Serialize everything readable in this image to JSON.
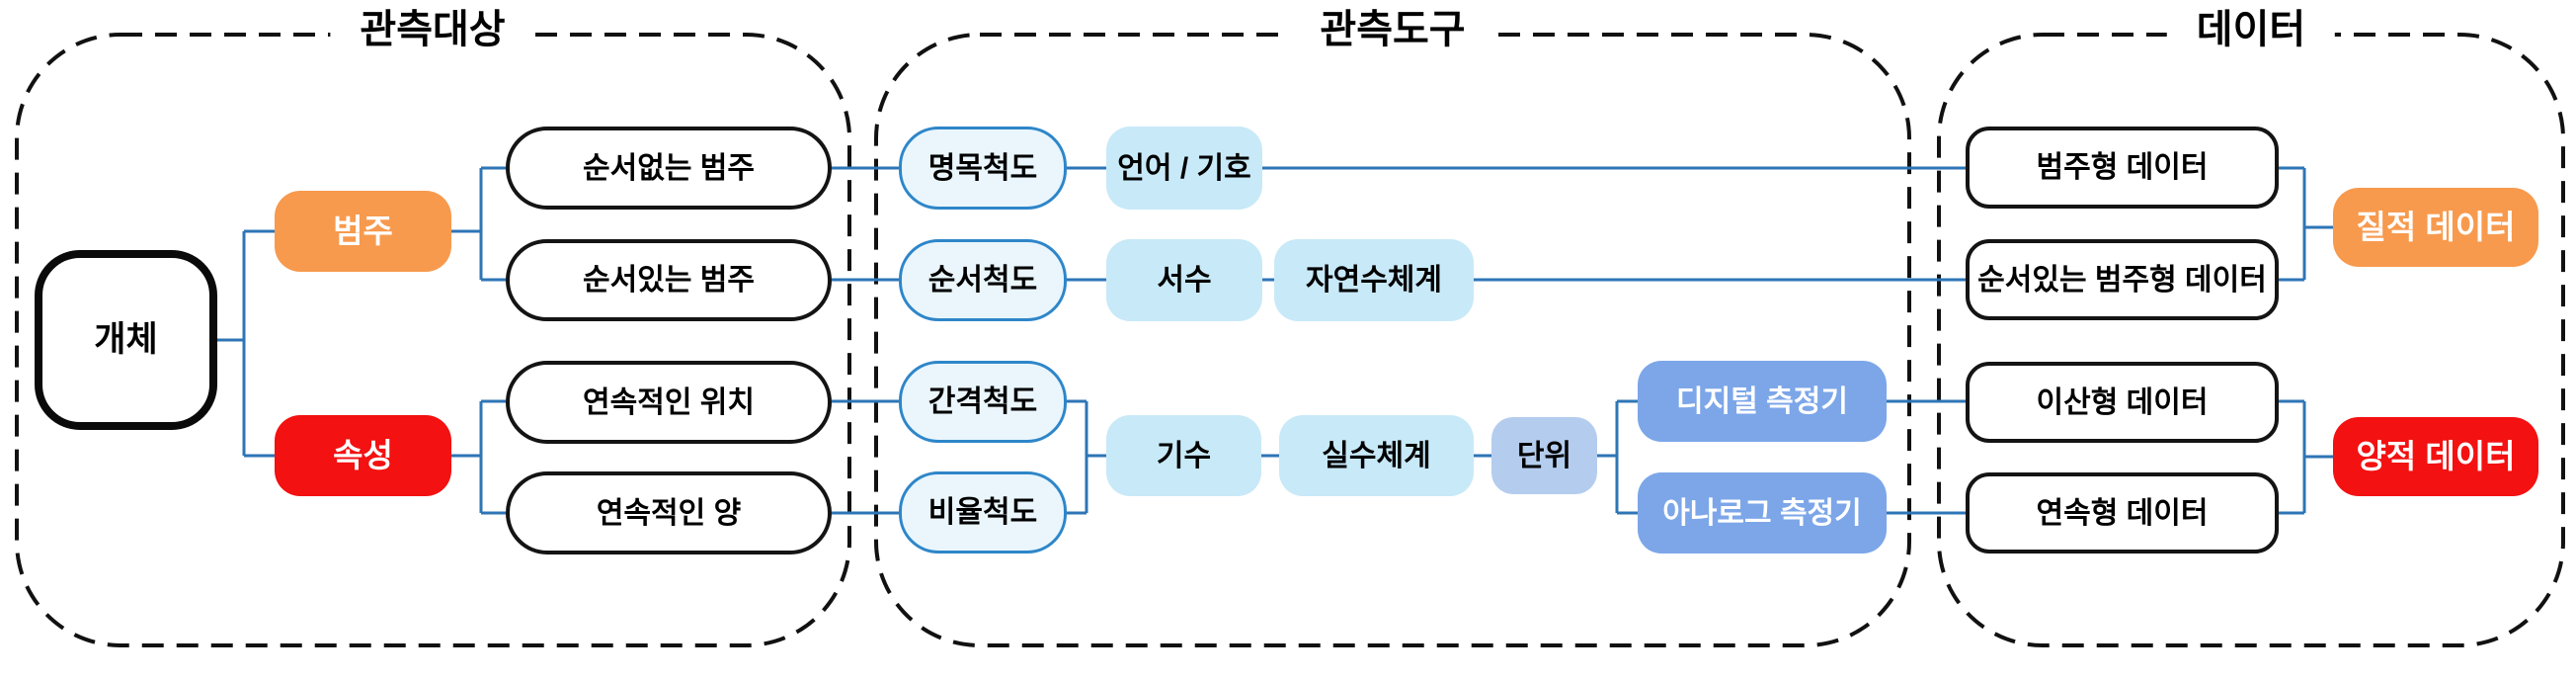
{
  "diagram": {
    "sections": [
      {
        "title": "관측대상"
      },
      {
        "title": "관측도구"
      },
      {
        "title": "데이터"
      }
    ],
    "nodes": {
      "entity": "개체",
      "category": "범주",
      "attribute": "속성",
      "unordered_category": "순서없는 범주",
      "ordered_category": "순서있는 범주",
      "continuous_position": "연속적인 위치",
      "continuous_quantity": "연속적인 양",
      "nominal_scale": "명목척도",
      "ordinal_scale": "순서척도",
      "interval_scale": "간격척도",
      "ratio_scale": "비율척도",
      "language_symbol": "언어 / 기호",
      "ordinal_number": "서수",
      "natural_number_system": "자연수체계",
      "cardinal_number": "기수",
      "real_number_system": "실수체계",
      "unit": "단위",
      "digital_measurer": "디지털 측정기",
      "analog_measurer": "아나로그 측정기",
      "categorical_data": "범주형 데이터",
      "ordered_categorical_data": "순서있는 범주형 데이터",
      "discrete_data": "이산형 데이터",
      "continuous_data": "연속형 데이터",
      "qualitative_data": "질적 데이터",
      "quantitative_data": "양적 데이터"
    },
    "colors": {
      "orange_accent": "#F79A4E",
      "red_accent": "#F31111",
      "connector_blue": "#2E75B6",
      "scale_fill": "#EAF6FC",
      "scale_border": "#2E86C9",
      "light_blue_fill": "#C8E9F8",
      "unit_blue_fill": "#B4CDEE",
      "measurer_blue_fill": "#7CA6E8",
      "box_border_black": "#141414"
    }
  }
}
